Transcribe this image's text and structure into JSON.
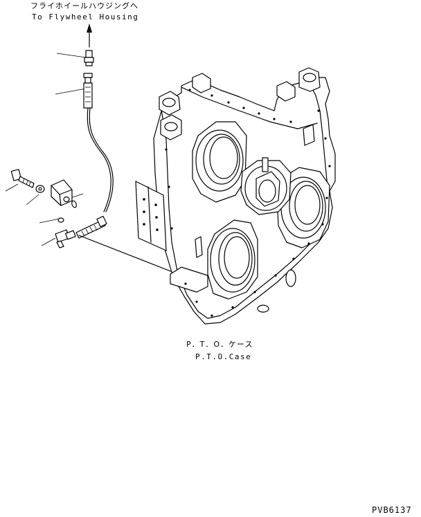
{
  "labels": {
    "destination_jp": "フライホイールハウジングへ",
    "destination_en": "To Flywheel Housing",
    "case_jp": "P．T．O．ケース",
    "case_en": "P.T.O.Case",
    "drawing_code": "PVB6137"
  },
  "colors": {
    "ink": "#000000",
    "paper": "#ffffff"
  }
}
